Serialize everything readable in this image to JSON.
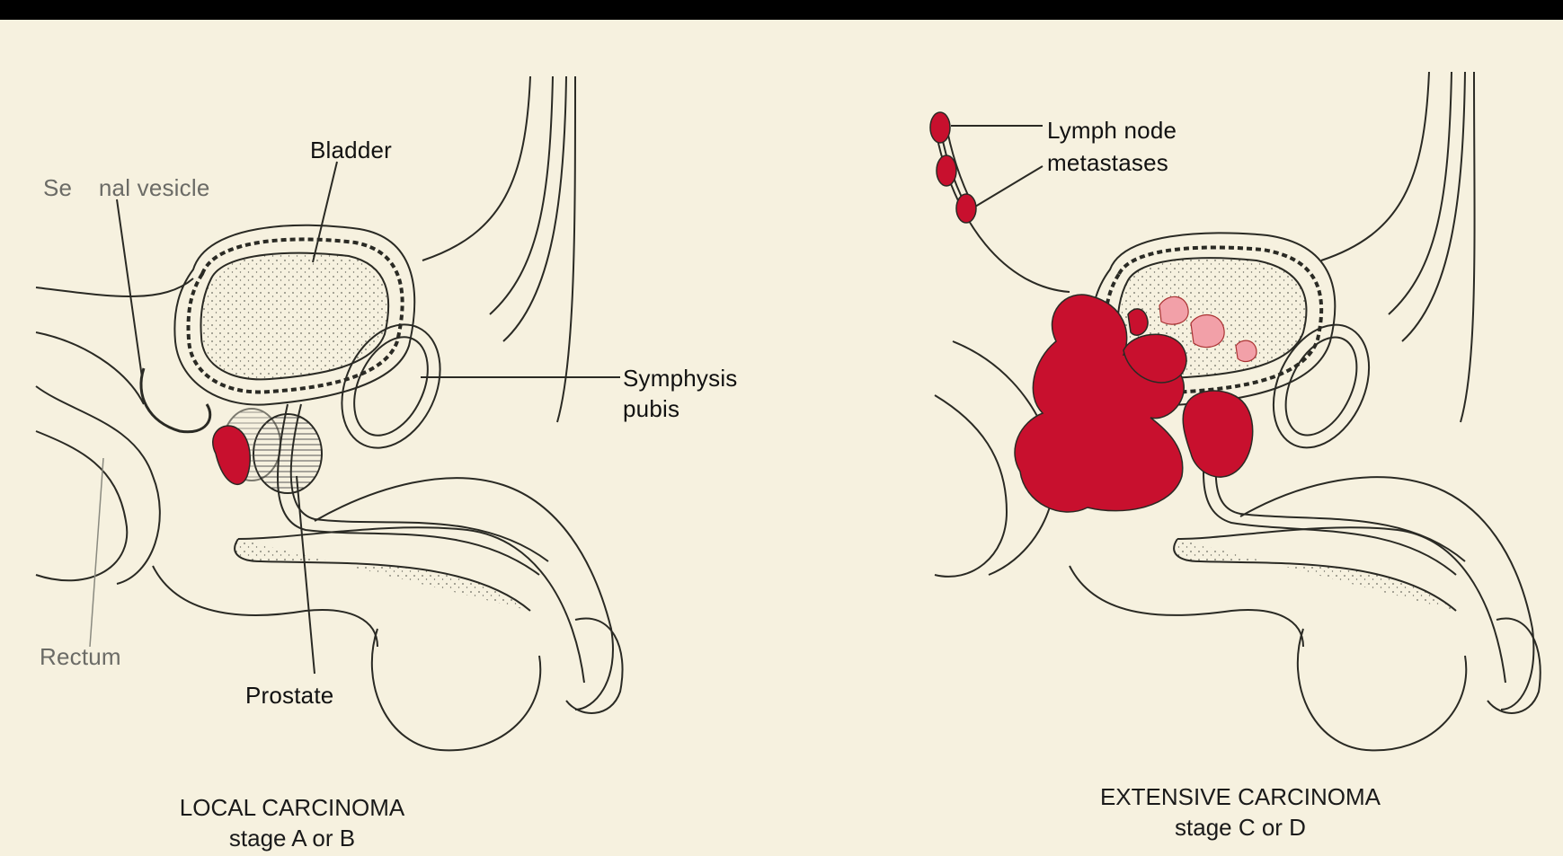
{
  "colors": {
    "background": "#f6f1df",
    "ink": "#2a2a24",
    "tumor": "#c8102e",
    "tumor_light": "#f2a0a8"
  },
  "left_panel": {
    "labels": {
      "bladder": "Bladder",
      "seminal_vesicle": "Se    nal vesicle",
      "symphysis_line1": "Symphysis",
      "symphysis_line2": "pubis",
      "prostate": "Prostate",
      "rectum": "Rectum"
    },
    "caption_line1": "LOCAL CARCINOMA",
    "caption_line2": "stage A or B"
  },
  "right_panel": {
    "labels": {
      "lymph_line1": "Lymph node",
      "lymph_line2": "metastases"
    },
    "caption_line1": "EXTENSIVE CARCINOMA",
    "caption_line2": "stage C or D"
  }
}
